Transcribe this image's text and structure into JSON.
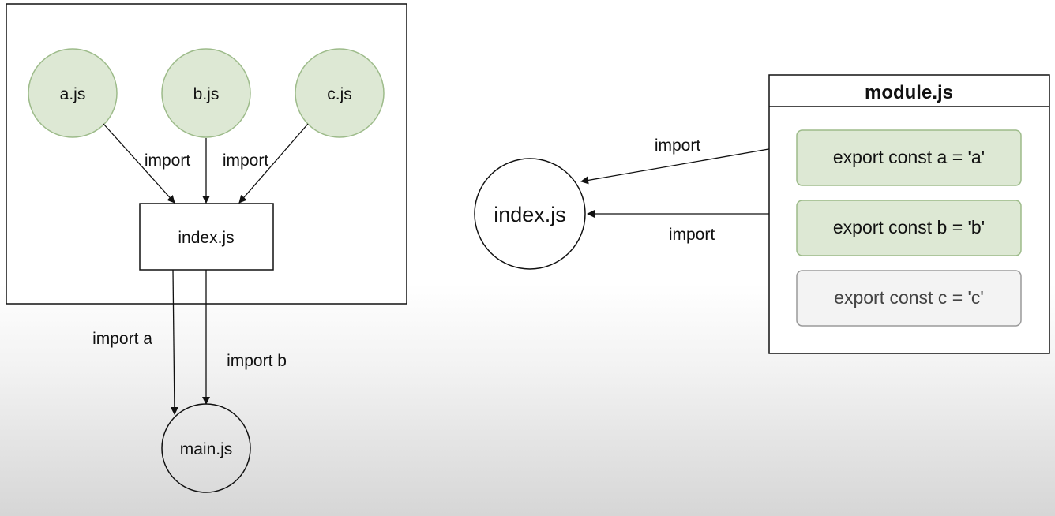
{
  "left_diagram": {
    "nodes": {
      "a": "a.js",
      "b": "b.js",
      "c": "c.js",
      "index": "index.js",
      "main": "main.js"
    },
    "edge_labels": {
      "a_to_index": "import",
      "c_to_index": "import",
      "index_to_main_a": "import a",
      "index_to_main_b": "import b"
    }
  },
  "right_diagram": {
    "module_title": "module.js",
    "exports": [
      "export const a = 'a'",
      "export const b = 'b'",
      "export const c = 'c'"
    ],
    "index_node": "index.js",
    "edge_labels": {
      "a_to_index": "import",
      "b_to_index": "import"
    }
  },
  "colors": {
    "node_green_fill": "#dde8d4",
    "node_green_stroke": "#9dbb8a",
    "export_unused_fill": "#f3f3f3",
    "export_unused_stroke": "#9a9a9a",
    "stroke": "#111111"
  }
}
